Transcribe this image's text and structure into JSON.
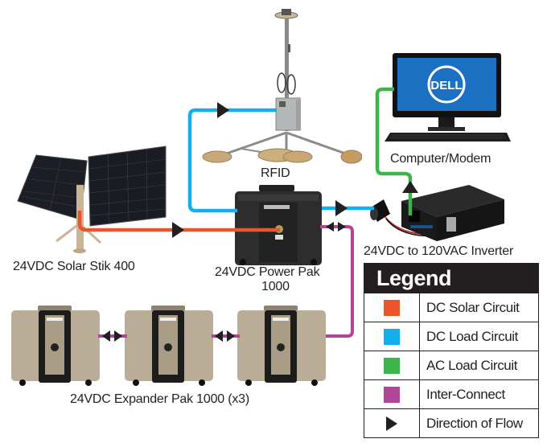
{
  "diagram": {
    "components": {
      "solar": {
        "label": "24VDC Solar Stik 400"
      },
      "rfid": {
        "label": "RFID"
      },
      "computer": {
        "label": "Computer/Modem",
        "brand": "DELL"
      },
      "power_pak": {
        "label_line1": "24VDC Power Pak",
        "label_line2": "1000"
      },
      "inverter": {
        "label": "24VDC to 120VAC Inverter"
      },
      "expanders": {
        "label": "24VDC Expander Pak 1000 (x3)",
        "count": 3
      }
    },
    "connections": [
      {
        "from": "solar",
        "to": "power_pak",
        "type": "DC Solar Circuit",
        "direction": "forward"
      },
      {
        "from": "power_pak",
        "to": "rfid",
        "type": "DC Load Circuit",
        "direction": "forward"
      },
      {
        "from": "power_pak",
        "to": "inverter",
        "type": "DC Load Circuit",
        "direction": "forward"
      },
      {
        "from": "inverter",
        "to": "computer",
        "type": "AC Load Circuit",
        "direction": "forward"
      },
      {
        "from": "power_pak",
        "to": "expander_3",
        "type": "Inter-Connect",
        "direction": "bidirectional"
      },
      {
        "from": "expander_1",
        "to": "expander_2",
        "type": "Inter-Connect",
        "direction": "bidirectional"
      },
      {
        "from": "expander_2",
        "to": "expander_3",
        "type": "Inter-Connect",
        "direction": "bidirectional"
      }
    ],
    "colors": {
      "dc_solar": "#e8562a",
      "dc_load": "#13aeec",
      "ac_load": "#3cb54a",
      "inter_connect": "#b2459a",
      "arrow": "#231f20"
    }
  },
  "legend": {
    "title": "Legend",
    "items": [
      {
        "label": "DC Solar Circuit",
        "swatch": "square",
        "color": "#e8562a"
      },
      {
        "label": "DC Load Circuit",
        "swatch": "square",
        "color": "#13aeec"
      },
      {
        "label": "AC Load Circuit",
        "swatch": "square",
        "color": "#3cb54a"
      },
      {
        "label": "Inter-Connect",
        "swatch": "square",
        "color": "#b2459a"
      },
      {
        "label": "Direction of Flow",
        "swatch": "triangle-right-icon",
        "color": "#231f20"
      }
    ]
  }
}
